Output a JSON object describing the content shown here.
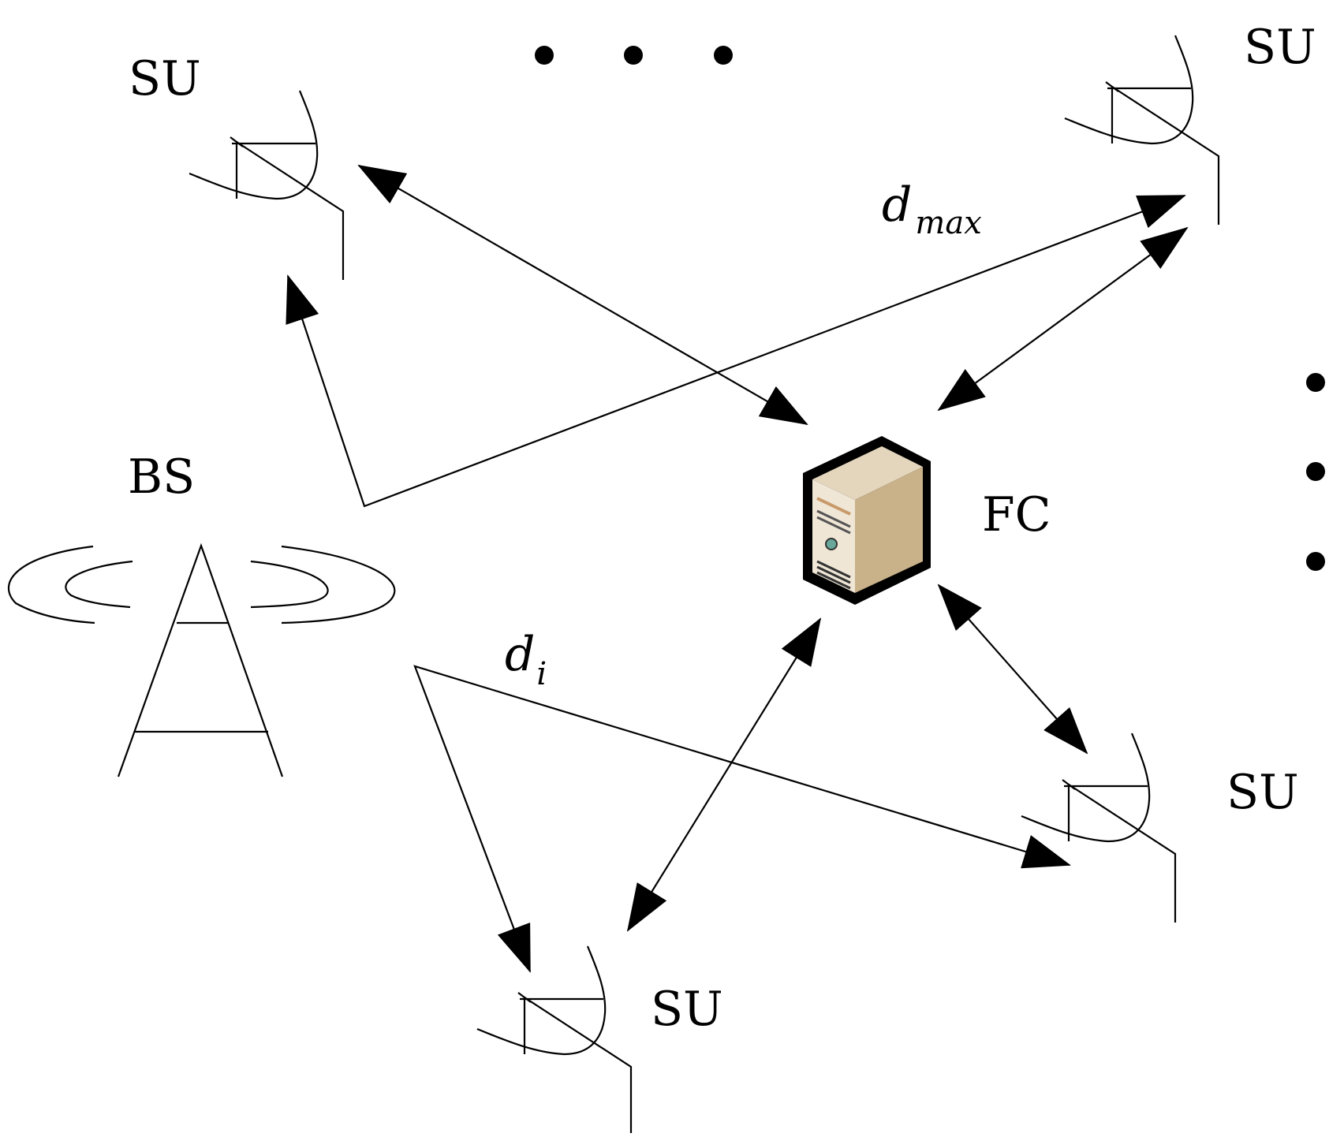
{
  "labels": {
    "su_top_left": "SU",
    "su_top_right": "SU",
    "su_bottom_right": "SU",
    "su_bottom": "SU",
    "bs": "BS",
    "fc": "FC",
    "d_max_main": "d",
    "d_max_sub": "max",
    "d_i_main": "d",
    "d_i_sub": "i"
  },
  "icons": [
    "antenna-icon",
    "base-station-tower-icon",
    "server-computer-icon",
    "ellipsis-dots"
  ],
  "colors": {
    "stroke": "#000000",
    "server_front": "#efe6d6",
    "server_side": "#c9b28a",
    "server_top": "#e4d6bd",
    "server_accent": "#c89a6a"
  }
}
